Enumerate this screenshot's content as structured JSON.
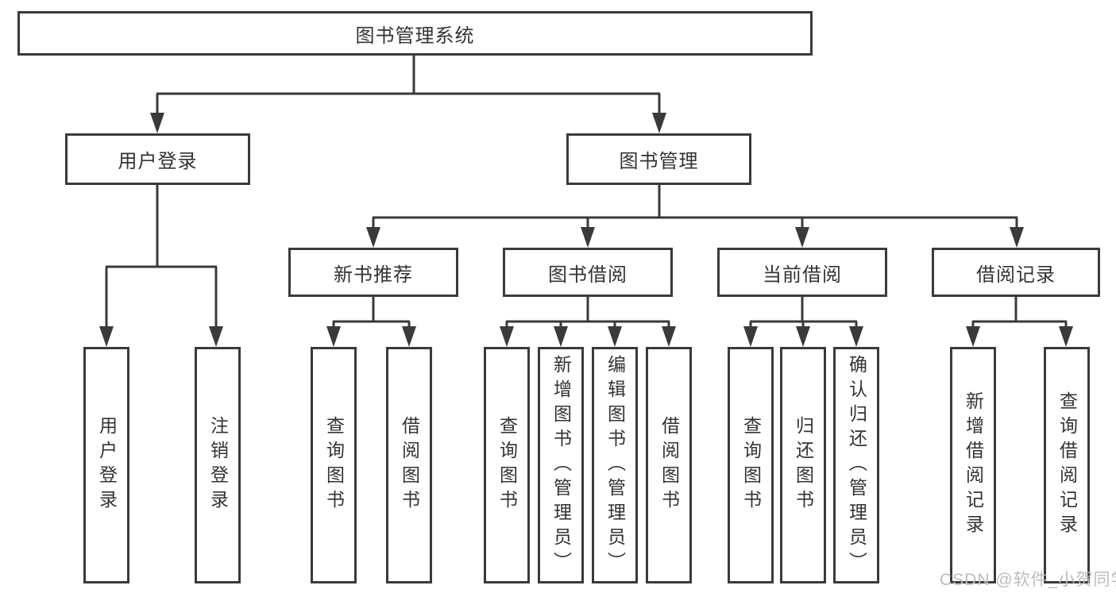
{
  "diagram": {
    "root": {
      "label": "图书管理系统",
      "children": [
        {
          "label": "用户登录",
          "children": [
            {
              "label": "用户登录"
            },
            {
              "label": "注销登录"
            }
          ]
        },
        {
          "label": "图书管理",
          "children": [
            {
              "label": "新书推荐",
              "children": [
                {
                  "label": "查询图书"
                },
                {
                  "label": "借阅图书"
                }
              ]
            },
            {
              "label": "图书借阅",
              "children": [
                {
                  "label": "查询图书"
                },
                {
                  "label": "新增图书（管理员）"
                },
                {
                  "label": "编辑图书（管理员）"
                },
                {
                  "label": "借阅图书"
                }
              ]
            },
            {
              "label": "当前借阅",
              "children": [
                {
                  "label": "查询图书"
                },
                {
                  "label": "归还图书"
                },
                {
                  "label": "确认归还（管理员）"
                }
              ]
            },
            {
              "label": "借阅记录",
              "children": [
                {
                  "label": "新增借阅记录"
                },
                {
                  "label": "查询借阅记录"
                }
              ]
            }
          ]
        }
      ]
    }
  },
  "watermark": {
    "text": "CSDN @软件_小贺同学"
  },
  "colors": {
    "line": "#3a3a3a",
    "text": "#333333",
    "background": "#ffffff",
    "watermark": "#bdbdbd"
  }
}
